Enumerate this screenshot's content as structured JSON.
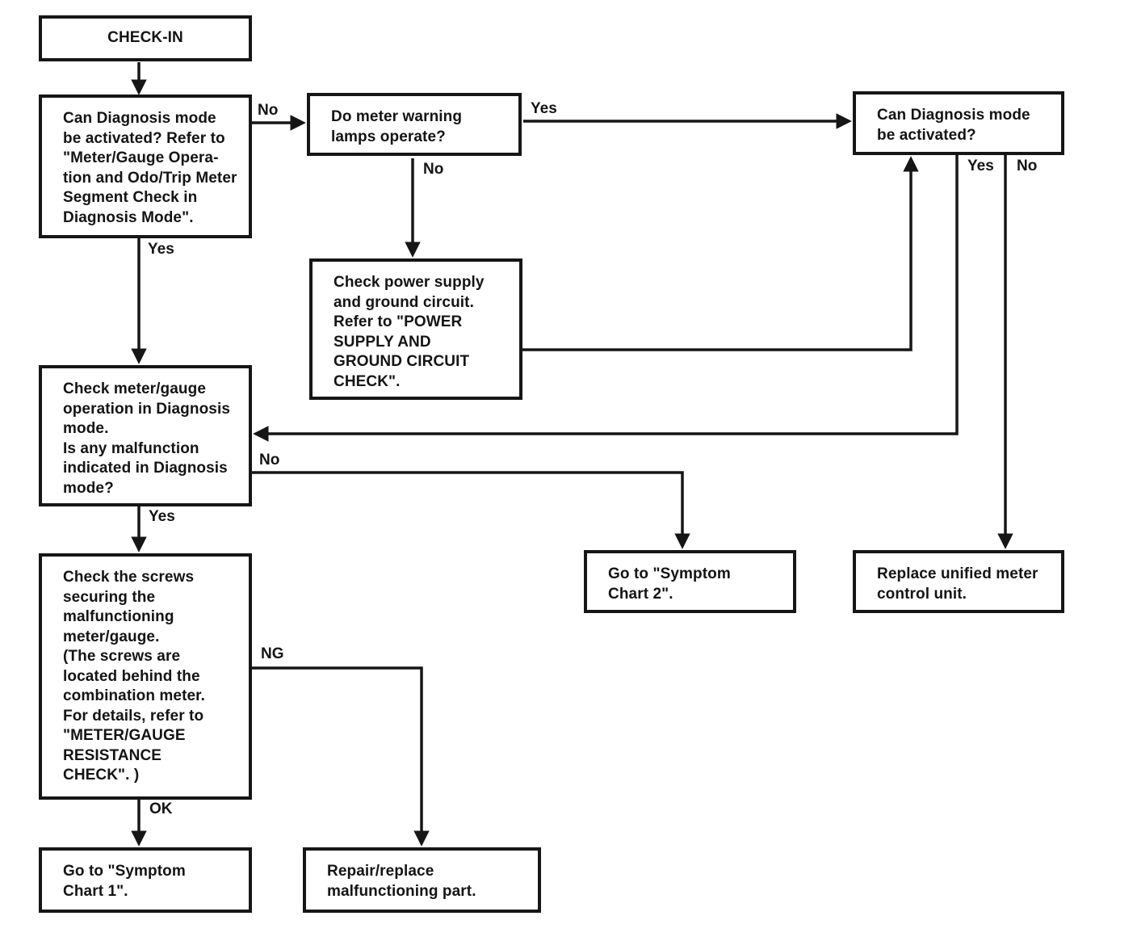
{
  "diagram": {
    "type": "flowchart",
    "nodes": {
      "check_in": "CHECK-IN",
      "can_diag_1": "Can Diagnosis mode\nbe activated? Refer to\n\"Meter/Gauge Opera-\ntion and Odo/Trip Meter\nSegment Check in\nDiagnosis Mode\".",
      "warning_lamps": "Do meter warning\nlamps operate?",
      "can_diag_2": "Can Diagnosis mode\nbe activated?",
      "power_supply": "Check power supply\nand ground circuit.\nRefer to \"POWER\nSUPPLY AND\nGROUND CIRCUIT\nCHECK\".",
      "meter_gauge_check": "Check meter/gauge\noperation in Diagnosis\nmode.\nIs any malfunction\nindicated in Diagnosis\nmode?",
      "symptom_chart_2": "Go to \"Symptom\nChart 2\".",
      "replace_unit": "Replace unified meter\ncontrol unit.",
      "check_screws": "Check the screws\nsecuring the\nmalfunctioning\nmeter/gauge.\n(The screws are\nlocated behind the\ncombination meter.\nFor details, refer to\n\"METER/GAUGE\nRESISTANCE\nCHECK\". )",
      "symptom_chart_1": "Go to \"Symptom\nChart 1\".",
      "repair_replace": "Repair/replace\nmalfunctioning part."
    },
    "edge_labels": {
      "diag1_no": "No",
      "lamps_yes": "Yes",
      "lamps_no": "No",
      "diag1_yes": "Yes",
      "diag2_yes": "Yes",
      "diag2_no": "No",
      "meter_no": "No",
      "meter_yes": "Yes",
      "screws_ng": "NG",
      "screws_ok": "OK"
    },
    "colors": {
      "line": "#161616",
      "text": "#141414",
      "background": "#ffffff"
    }
  }
}
